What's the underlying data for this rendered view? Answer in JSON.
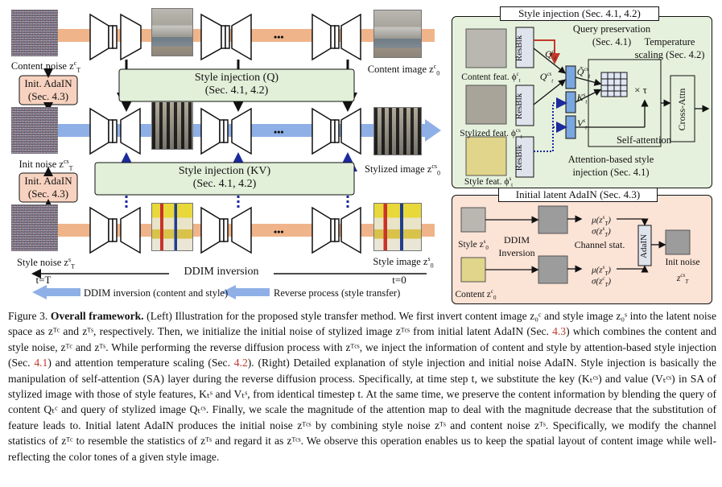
{
  "left": {
    "content_noise_label": "Content noise z",
    "content_noise_sup": "c",
    "content_noise_sub": "T",
    "init_adain_top": "Init. AdaIN",
    "init_adain_top_sec": "(Sec. 4.3)",
    "init_noise_label": "Init noise z",
    "init_noise_sup": "cs",
    "init_noise_sub": "T",
    "init_adain_bottom": "Init. AdaIN",
    "init_adain_bottom_sec": "(Sec. 4.3)",
    "style_noise_label": "Style noise z",
    "style_noise_sup": "s",
    "style_noise_sub": "T",
    "style_injection_q": "Style injection (Q)",
    "style_injection_q_sec": "(Sec. 4.1, 4.2)",
    "style_injection_kv": "Style injection (KV)",
    "style_injection_kv_sec": "(Sec. 4.1, 4.2)",
    "content_image_label": "Content image z",
    "content_image_sup": "c",
    "content_image_sub": "0",
    "stylized_image_label": "Stylized image z",
    "stylized_image_sup": "cs",
    "stylized_image_sub": "0",
    "style_image_label": "Style image z",
    "style_image_sup": "s",
    "style_image_sub": "0",
    "ellipsis": "•••",
    "ddim_inversion": "DDIM inversion",
    "t_T": "t=T",
    "t_0": "t=0",
    "legend_ddim": "DDIM inversion (content and style)",
    "legend_reverse": "Reverse process (style transfer)"
  },
  "style_injection_panel": {
    "title": "Style injection (Sec. 4.1, 4.2)",
    "query_preservation": "Query preservation",
    "query_preservation_sec": "(Sec. 4.1)",
    "temperature": "Temperature",
    "temperature_scaling": "scaling (Sec. 4.2)",
    "resblk": "ResBlk",
    "content_feat": "Content feat. ϕ",
    "stylized_feat": "Stylized feat. ϕ",
    "style_feat": "Style feat. ϕ",
    "self_attention": "Self-attention",
    "attention_based": "Attention-based style",
    "injection_sec": "injection (Sec. 4.1)",
    "cross_attn": "Cross-Attn",
    "times_tau": "× τ",
    "q_c": "Q",
    "q_cs": "Q",
    "q_tilde": "Q̃",
    "k_s": "K",
    "v_s": "V"
  },
  "adain_panel": {
    "title": "Initial latent AdaIN (Sec. 4.3)",
    "style_label": "Style z",
    "content_label": "Content z",
    "ddim_inversion": "DDIM",
    "inversion": "Inversion",
    "channel_stat": "Channel stat.",
    "adain": "AdaIN",
    "init_noise": "Init noise",
    "mu_s": "μ(z",
    "sigma_s": "σ(z",
    "mu_c": "μ(z",
    "sigma_c": "σ(z"
  },
  "caption": {
    "fig": "Figure 3.",
    "bold": "Overall framework.",
    "p1": "(Left) Illustration for the proposed style transfer method. We first invert content image z₀ᶜ and style image z₀ˢ into the latent noise space as zᵀᶜ and zᵀˢ, respectively. Then, we initialize the initial noise of stylized image zᵀᶜˢ from initial latent AdaIN (Sec.",
    "r1": "4.3",
    "p2": ") which combines the content and style noise, zᵀᶜ and zᵀˢ. While performing the reverse diffusion process with zᵀᶜˢ, we inject the information of content and style by attention-based style injection (Sec.",
    "r2": "4.1",
    "p3": ") and attention temperature scaling (Sec.",
    "r3": "4.2",
    "p4": "). (Right) Detailed explanation of style injection and initial noise AdaIN. Style injection is basically the manipulation of self-attention (SA) layer during the reverse diffusion process. Specifically, at time step t, we substitute the key (Kₜᶜˢ) and value (Vₜᶜˢ) in SA of stylized image with those of style features, Kₜˢ and Vₜˢ, from identical timestep t. At the same time, we preserve the content information by blending the query of content Qₜᶜ and query of stylized image Qₜᶜˢ. Finally, we scale the magnitude of the attention map to deal with the magnitude decrease that the substitution of feature leads to. Initial latent AdaIN produces the initial noise zᵀᶜˢ by combining style noise zᵀˢ and content noise zᵀˢ. Specifically, we modify the channel statistics of zᵀᶜ to resemble the statistics of zᵀˢ and regard it as zᵀᶜˢ. We observe this operation enables us to keep the spatial layout of content image while well-reflecting the color tones of a given style image."
  },
  "colors": {
    "orange_arrow": "#f0b48a",
    "blue_arrow": "#8fb0e6",
    "green_box": "#e2efd9",
    "green_panel": "#e6f1dd",
    "pink_panel": "#fbe3d6",
    "pink_box": "#f8d2c0",
    "dark_navy": "#1c2a5c"
  }
}
